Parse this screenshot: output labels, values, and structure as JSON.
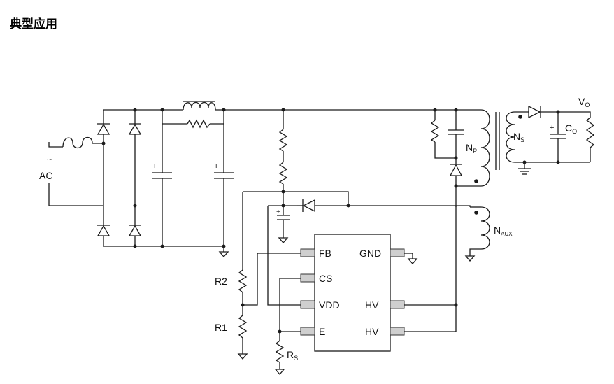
{
  "title": "典型应用",
  "labels": {
    "ac_tilde": "~",
    "ac": "AC",
    "vo_main": "V",
    "vo_sub": "O",
    "co_main": "C",
    "co_sub": "O",
    "ns_main": "N",
    "ns_sub": "S",
    "np_main": "N",
    "np_sub": "P",
    "naux_main": "N",
    "naux_sub": "AUX",
    "r2": "R2",
    "r1": "R1",
    "rs_main": "R",
    "rs_sub": "S",
    "plus": "+"
  },
  "ic": {
    "pins_left": [
      "FB",
      "CS",
      "VDD",
      "E"
    ],
    "pins_right": [
      "GND",
      "HV",
      "HV"
    ]
  }
}
